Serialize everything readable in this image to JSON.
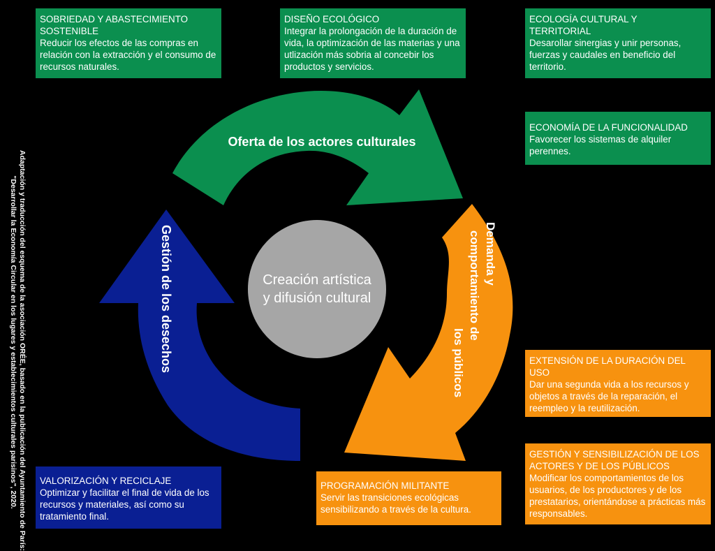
{
  "colors": {
    "background": "#000000",
    "green": "#0b8f4f",
    "orange": "#f7920f",
    "blue": "#0a1f93",
    "center": "#a6a6a6"
  },
  "center": {
    "line1": "Creación artística",
    "line2": "y difusión cultural"
  },
  "arrows": {
    "green": "Oferta de los actores culturales",
    "orange_line1": "Demanda y",
    "orange_line2": "comportamiento de",
    "orange_line3": "los públicos",
    "blue": "Gestión de los desechos"
  },
  "boxes": {
    "sobriedad": {
      "title_line1": "SOBRIEDAD Y ABASTECIMIENTO",
      "title_line2": "SOSTENIBLE",
      "text": "Reducir los efectos de las compras en relación con la extracción y el consumo de recursos naturales."
    },
    "diseno": {
      "title": "DISEÑO ECOLÓGICO",
      "text": "Integrar la prolongación de la duración de vida, la optimización de las materias y una utlización más sobria al concebir los productos y servicios."
    },
    "ecologia": {
      "title_line1": "ECOLOGÍA CULTURAL Y",
      "title_line2": "TERRITORIAL",
      "text": "Desarollar sinergias y unir personas, fuerzas y caudales en beneficio del territorio."
    },
    "economia": {
      "title": "ECONOMÍA DE LA FUNCIONALIDAD",
      "text": "Favorecer los sistemas de alquiler perennes."
    },
    "extension": {
      "title_line1": "EXTENSIÓN DE LA DURACIÓN DEL",
      "title_line2": "USO",
      "text": "Dar una segunda vida a los recursos y objetos a través de la reparación, el reempleo y la reutilización."
    },
    "gestion": {
      "title_line1": "GESTIÓN Y SENSIBILIZACIÓN DE LOS",
      "title_line2": "ACTORES Y DE LOS PÚBLICOS",
      "text": "Modificar los comportamientos de los usuarios, de los productores y de los prestatarios, orientándose a prácticas más responsables."
    },
    "programacion": {
      "title": "PROGRAMACIÓN MILITANTE",
      "text": "Servir las transiciones ecológicas sensibilizando a través de la cultura."
    },
    "valorizacion": {
      "title": "VALORIZACIÓN Y RECICLAJE",
      "text": "Optimizar y facilitar el final de vida de los recursos y materiales, así como su tratamiento final."
    }
  },
  "source_note": {
    "line1": "Adaptación y traducción del esquema de la asociación ORÉE, basado en la publicación del Ayuntamiento de París:",
    "line2": "\"Desarrollar la Economía Circular en los lugares y establecimientos culturales parisinos\", 2020."
  }
}
